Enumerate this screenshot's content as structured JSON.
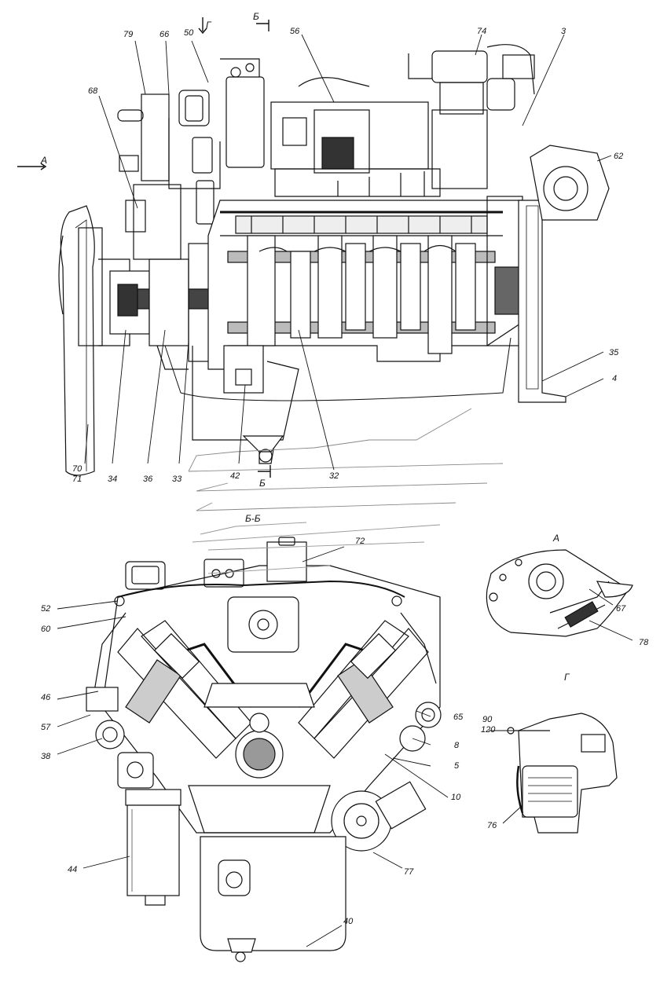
{
  "labels": {
    "n79": "79",
    "n66": "66",
    "n50": "50",
    "g_top": "Г",
    "b_top": "Б",
    "n56": "56",
    "n74": "74",
    "n3": "3",
    "n68": "68",
    "a_arrow": "А",
    "n62": "62",
    "n35": "35",
    "n4": "4",
    "n70": "70",
    "n71": "71",
    "n34": "34",
    "n36": "36",
    "n33": "33",
    "n42": "42",
    "b_bottom": "Б",
    "n32": "32",
    "section": "Б-Б",
    "n72": "72",
    "a_view": "А",
    "n52": "52",
    "n60": "60",
    "n67": "67",
    "n78": "78",
    "n46": "46",
    "n57": "57",
    "n38": "38",
    "n65": "65",
    "n8": "8",
    "n5": "5",
    "n10": "10",
    "g_view": "Г",
    "n90": "90",
    "n120": "120",
    "n76": "76",
    "n44": "44",
    "n77": "77",
    "n40": "40"
  }
}
